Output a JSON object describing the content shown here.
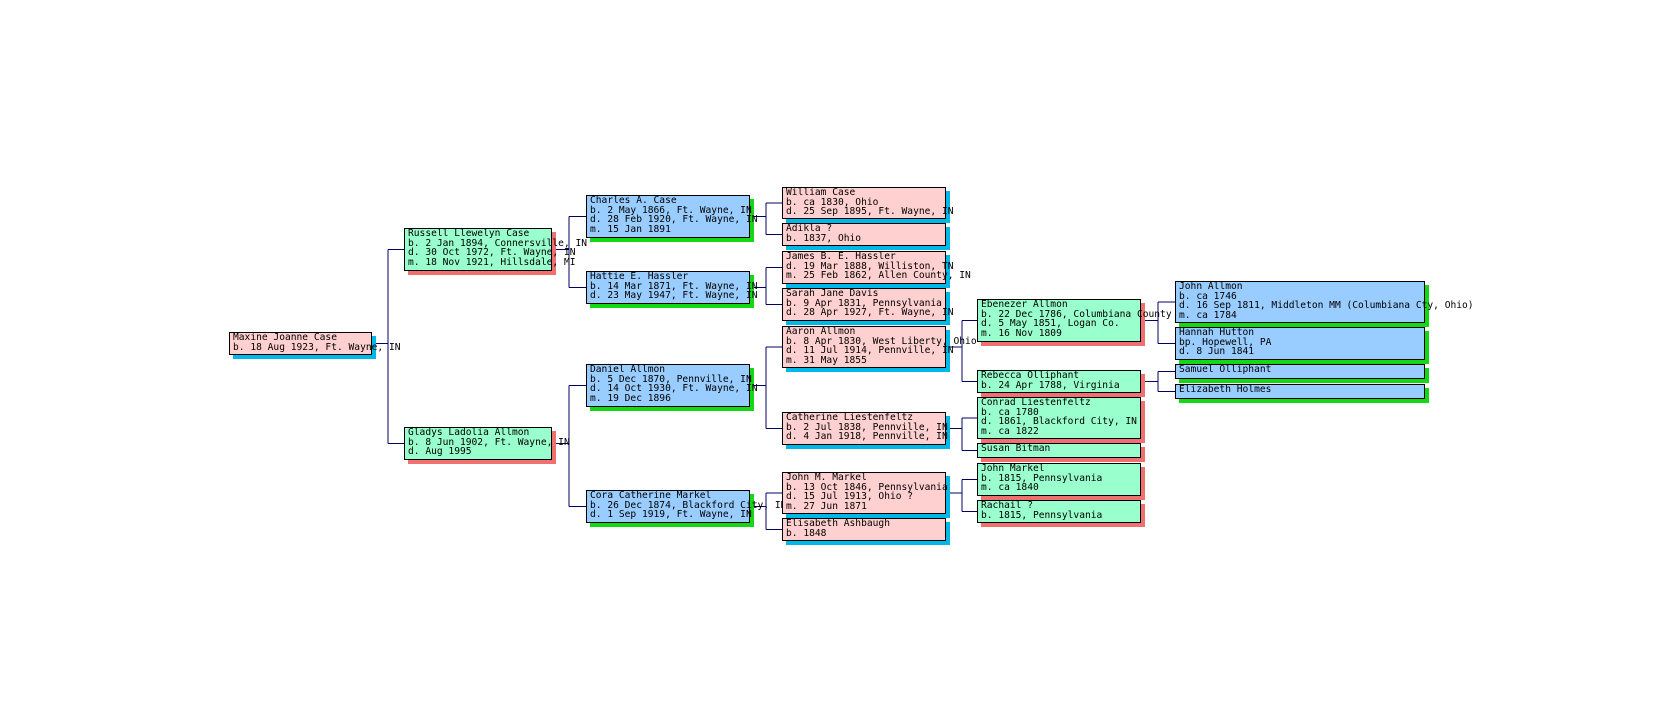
{
  "colors": {
    "pink": "#ffd0d0",
    "pink_shadow": "#00b8e8",
    "blue": "#99ccff",
    "blue_shadow": "#14d814",
    "green": "#99ffcc",
    "green_shadow": "#f07070",
    "line": "#000066"
  },
  "people": [
    {
      "id": "maxine",
      "color": "pink",
      "lines": [
        "Maxine Joanne Case",
        "b. 18 Aug 1923, Ft. Wayne, IN"
      ]
    },
    {
      "id": "russell",
      "color": "green",
      "lines": [
        "Russell Llewelyn Case",
        "b. 2 Jan 1894, Connersville, IN",
        "d. 30 Oct 1972, Ft. Wayne, IN",
        "m. 18 Nov 1921, Hillsdale, MI"
      ]
    },
    {
      "id": "gladys",
      "color": "green",
      "lines": [
        "Gladys Ladolia Allmon",
        "b. 8 Jun 1902, Ft. Wayne, IN",
        "d. Aug 1995"
      ]
    },
    {
      "id": "charles",
      "color": "blue",
      "lines": [
        "Charles A. Case",
        "b. 2 May 1866, Ft. Wayne, IN",
        "d. 28 Feb 1920, Ft. Wayne, IN",
        "m. 15 Jan 1891"
      ]
    },
    {
      "id": "hattie",
      "color": "blue",
      "lines": [
        "Hattie E. Hassler",
        "b. 14 Mar 1871, Ft. Wayne, IN",
        "d. 23 May 1947, Ft. Wayne, IN"
      ]
    },
    {
      "id": "daniel",
      "color": "blue",
      "lines": [
        "Daniel Allmon",
        "b. 5 Dec 1870, Pennville, IN",
        "d. 14 Oct 1930, Ft. Wayne, IN",
        "m. 19 Dec 1896"
      ]
    },
    {
      "id": "cora",
      "color": "blue",
      "lines": [
        "Cora Catherine Markel",
        "b. 26 Dec 1874, Blackford City, IN",
        "d. 1 Sep 1919, Ft. Wayne, IN"
      ]
    },
    {
      "id": "william",
      "color": "pink",
      "lines": [
        "William Case",
        "b. ca 1830, Ohio",
        "d. 25 Sep 1895, Ft. Wayne, IN"
      ]
    },
    {
      "id": "adikla",
      "color": "pink",
      "lines": [
        "Adikla ?",
        "b. 1837, Ohio"
      ]
    },
    {
      "id": "james",
      "color": "pink",
      "lines": [
        "James B. E. Hassler",
        "d. 19 Mar 1888, Williston, TN",
        "m. 25 Feb 1862, Allen County, IN"
      ]
    },
    {
      "id": "sarah",
      "color": "pink",
      "lines": [
        "Sarah Jane Davis",
        "b. 9 Apr 1831, Pennsylvania",
        "d. 28 Apr 1927, Ft. Wayne, IN"
      ]
    },
    {
      "id": "aaron",
      "color": "pink",
      "lines": [
        "Aaron Allmon",
        "b. 8 Apr 1830, West Liberty, Ohio",
        "d. 11 Jul 1914, Pennville, IN",
        "m. 31 May 1855"
      ]
    },
    {
      "id": "catherine",
      "color": "pink",
      "lines": [
        "Catherine Liestenfeltz",
        "b. 2 Jul 1838, Pennville, IN",
        "d. 4 Jan 1918, Pennville, IN"
      ]
    },
    {
      "id": "johnm",
      "color": "pink",
      "lines": [
        "John M. Markel",
        "b. 13 Oct 1846, Pennsylvania",
        "d. 15 Jul 1913, Ohio ?",
        "m. 27 Jun 1871"
      ]
    },
    {
      "id": "elisabeth",
      "color": "pink",
      "lines": [
        "Elisabeth Ashbaugh",
        "b. 1848"
      ]
    },
    {
      "id": "ebenezer",
      "color": "green",
      "lines": [
        "Ebenezer Allmon",
        "b. 22 Dec 1786, Columbiana County",
        "d. 5 May 1851, Logan Co.",
        "m. 16 Nov 1809"
      ]
    },
    {
      "id": "rebecca",
      "color": "green",
      "lines": [
        "Rebecca Olliphant",
        "b. 24 Apr 1788, Virginia"
      ]
    },
    {
      "id": "conrad",
      "color": "green",
      "lines": [
        "Conrad Liestenfeltz",
        "b. ca 1780",
        "d. 1861, Blackford City, IN",
        "m. ca 1822"
      ]
    },
    {
      "id": "susan",
      "color": "green",
      "lines": [
        "Susan Bitman"
      ]
    },
    {
      "id": "johnmarkel",
      "color": "green",
      "lines": [
        "John Markel",
        "b. 1815, Pennsylvania",
        "m. ca 1840"
      ]
    },
    {
      "id": "rachail",
      "color": "green",
      "lines": [
        "Rachail ?",
        "b. 1815, Pennsylvania"
      ]
    },
    {
      "id": "johnallmon",
      "color": "blue",
      "lines": [
        "John Allmon",
        "b. ca 1746",
        "d. 16 Sep 1811, Middleton MM (Columbiana Cty, Ohio)",
        "m. ca 1784"
      ]
    },
    {
      "id": "hannah",
      "color": "blue",
      "lines": [
        "Hannah Hutton",
        "bp. Hopewell, PA",
        "d. 8 Jun 1841"
      ]
    },
    {
      "id": "samuel",
      "color": "blue",
      "lines": [
        "Samuel Olliphant"
      ]
    },
    {
      "id": "elizabeth",
      "color": "blue",
      "lines": [
        "Elizabeth Holmes"
      ]
    }
  ]
}
